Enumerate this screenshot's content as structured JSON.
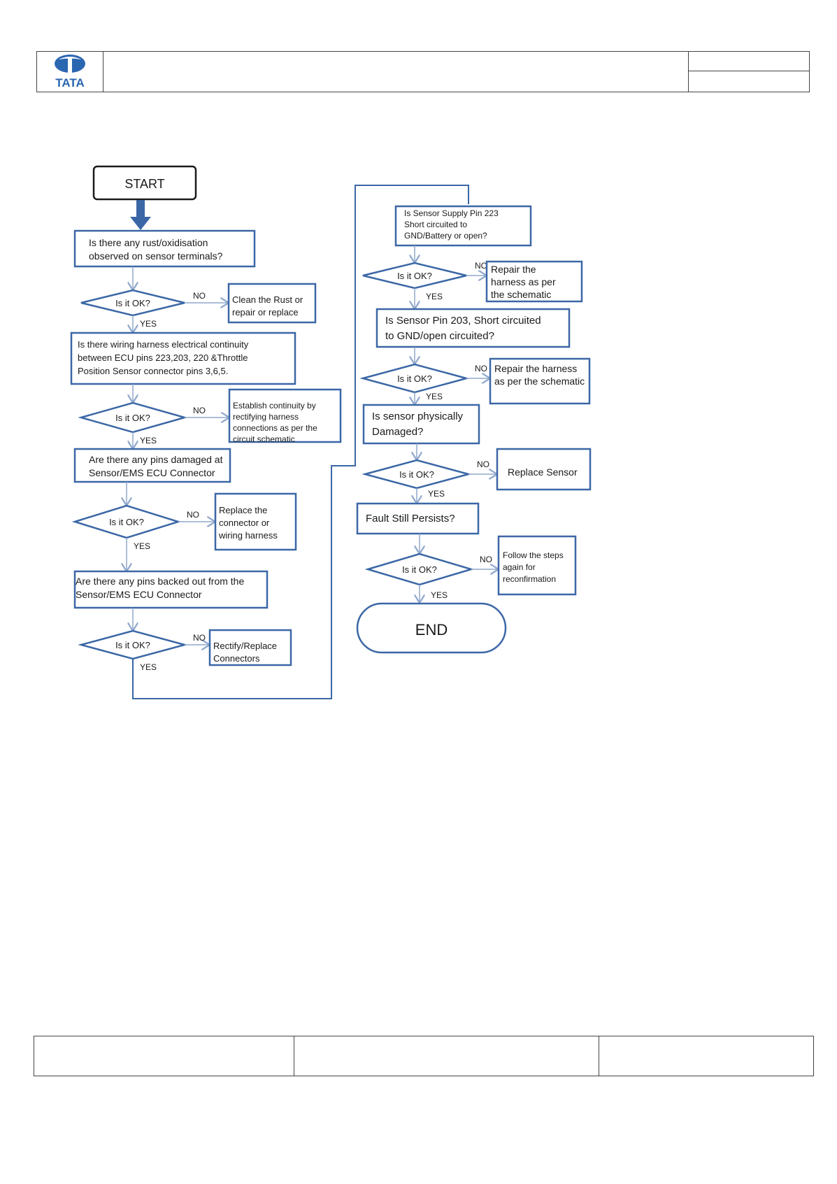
{
  "header": {
    "logo_text": "TATA"
  },
  "flowchart": {
    "start": "START",
    "end": "END",
    "yes": "YES",
    "no": "NO",
    "decision": "Is it OK?",
    "left_steps": [
      {
        "question": [
          "Is there any rust/oxidisation",
          "observed on sensor terminals?"
        ],
        "action": [
          "Clean the Rust or",
          "repair or replace"
        ]
      },
      {
        "question": [
          "Is there wiring harness electrical continuity",
          "between ECU pins 223,203, 220 &Throttle",
          "Position Sensor connector pins 3,6,5."
        ],
        "action": [
          "Establish continuity by",
          "rectifying harness",
          "connections as per the",
          "circuit schematic"
        ]
      },
      {
        "question": [
          "Are there any pins damaged at",
          "Sensor/EMS ECU Connector"
        ],
        "action": [
          "Replace the",
          "connector or",
          "wiring harness"
        ]
      },
      {
        "question": [
          "Are there any pins backed out from the",
          "Sensor/EMS ECU Connector"
        ],
        "action": [
          "Rectify/Replace",
          "Connectors"
        ]
      }
    ],
    "right_steps": [
      {
        "question": [
          "Is Sensor Supply Pin 223",
          "Short circuited to",
          "GND/Battery or open?"
        ],
        "action": [
          "Repair the",
          "harness as per",
          "the schematic"
        ]
      },
      {
        "question": [
          "Is Sensor Pin 203, Short circuited",
          "to GND/open circuited?"
        ],
        "action": [
          "Repair the harness",
          "as per the schematic"
        ]
      },
      {
        "question": [
          "Is sensor physically",
          "Damaged?"
        ],
        "action": [
          "Replace Sensor"
        ]
      },
      {
        "question": [
          "Fault Still Persists?"
        ],
        "action": [
          "Follow the steps",
          "again for",
          "reconfirmation"
        ]
      }
    ]
  },
  "colors": {
    "box_stroke": "#3b67a6",
    "connector": "#8fa8cc",
    "start_arrow": "#3b67a6"
  }
}
